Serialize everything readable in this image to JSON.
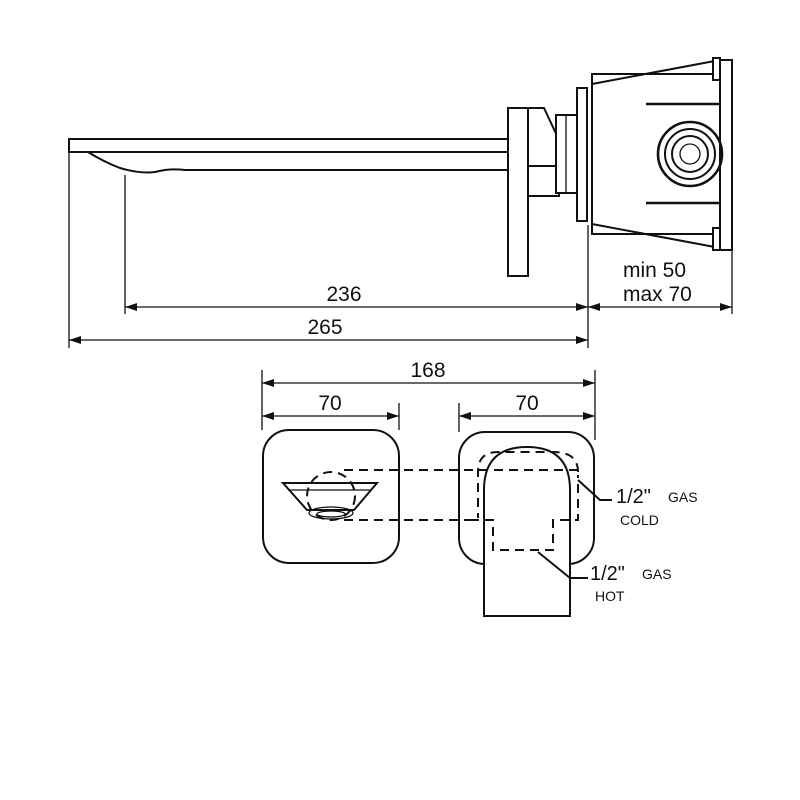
{
  "top_view": {
    "dim_236": "236",
    "dim_265": "265",
    "wall_min": "min 50",
    "wall_max": "max 70"
  },
  "front_view": {
    "dim_total": "168",
    "dim_left_plate": "70",
    "dim_right_plate": "70",
    "connection_cold_size": "1/2\"",
    "connection_cold_gas": "GAS",
    "connection_cold_label": "COLD",
    "connection_hot_size": "1/2\"",
    "connection_hot_gas": "GAS",
    "connection_hot_label": "HOT"
  }
}
